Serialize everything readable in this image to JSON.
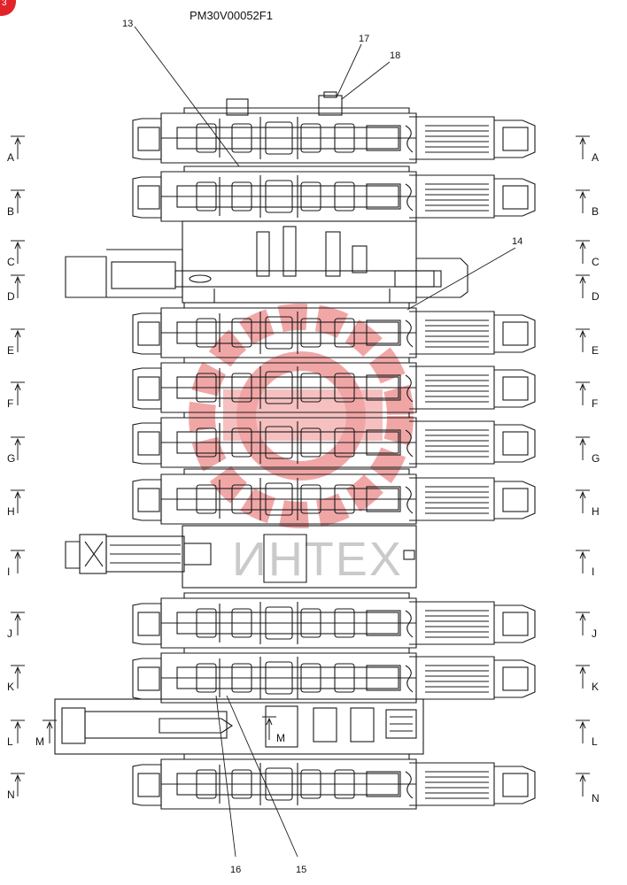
{
  "drawing_id": "PM30V00052F1",
  "corner_badge": "3",
  "colors": {
    "line": "#1a1a1a",
    "watermark": "#e23b3b",
    "watermark_text": "#bdbdbd",
    "badge": "#e2232a"
  },
  "part_callouts": {
    "p13": "13",
    "p17": "17",
    "p18": "18",
    "p14": "14",
    "p16": "16",
    "p15": "15"
  },
  "section_letters": [
    "A",
    "B",
    "C",
    "D",
    "E",
    "F",
    "G",
    "H",
    "I",
    "J",
    "K",
    "L",
    "N"
  ],
  "section_left": {
    "A": "A",
    "B": "B",
    "C": "C",
    "D": "D",
    "E": "E",
    "F": "F",
    "G": "G",
    "H": "H",
    "I": "I",
    "J": "J",
    "K": "K",
    "L": "L",
    "N": "N"
  },
  "section_right": {
    "A": "A",
    "B": "B",
    "C": "C",
    "D": "D",
    "E": "E",
    "F": "F",
    "G": "G",
    "H": "H",
    "I": "I",
    "J": "J",
    "K": "K",
    "L": "L",
    "N": "N"
  },
  "section_m": {
    "left": "M",
    "inner": "M"
  },
  "watermark": {
    "text": "ИНТЕХ",
    "icon": "gear-logo-watermark"
  }
}
